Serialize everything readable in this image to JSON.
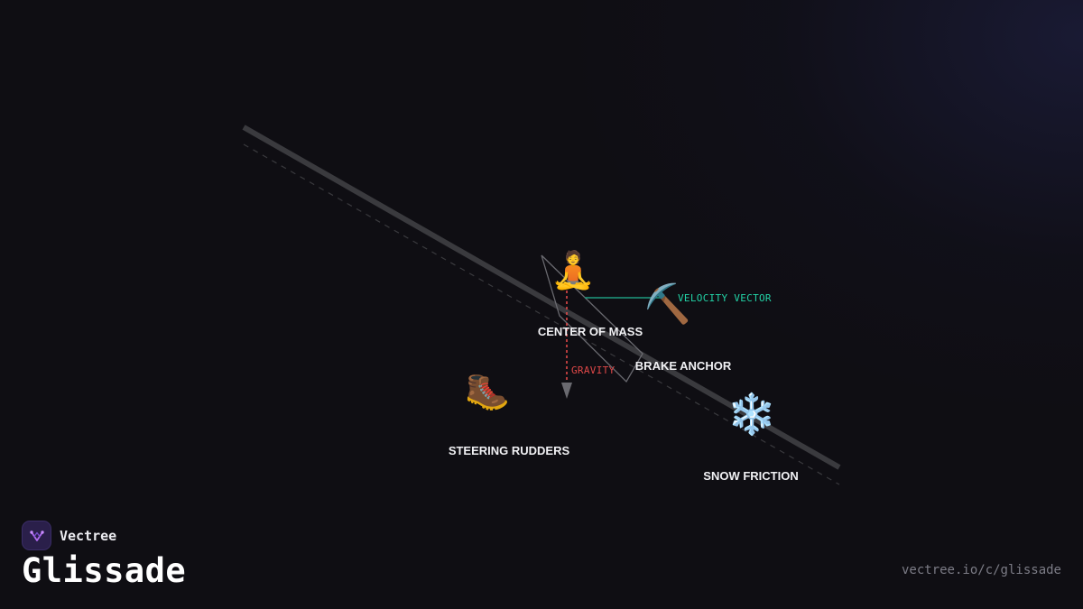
{
  "brand": {
    "name": "Vectree",
    "logo_icon": "vectree-logo-icon"
  },
  "page": {
    "title": "Glissade",
    "url": "vectree.io/c/glissade"
  },
  "diagram": {
    "nodes": [
      {
        "id": "center-of-mass",
        "icon": "person-sitting-icon",
        "glyph": "🧘",
        "label": "CENTER OF MASS"
      },
      {
        "id": "brake-anchor",
        "icon": "ice-axe-icon",
        "glyph": "⛏️",
        "label": "BRAKE ANCHOR"
      },
      {
        "id": "steering-rudders",
        "icon": "hiking-boot-icon",
        "glyph": "🥾",
        "label": "STEERING RUDDERS"
      },
      {
        "id": "snow-friction",
        "icon": "snowflake-icon",
        "glyph": "❄️",
        "label": "SNOW FRICTION"
      }
    ],
    "vectors": [
      {
        "id": "velocity-vector",
        "label": "VELOCITY VECTOR",
        "color": "#22d3a6"
      },
      {
        "id": "gravity-vector",
        "label": "GRAVITY",
        "color": "#e04848"
      }
    ]
  },
  "colors": {
    "background": "#0f0e13",
    "slope": "#3a3a3e",
    "velocity": "#22d3a6",
    "gravity": "#e04848"
  }
}
